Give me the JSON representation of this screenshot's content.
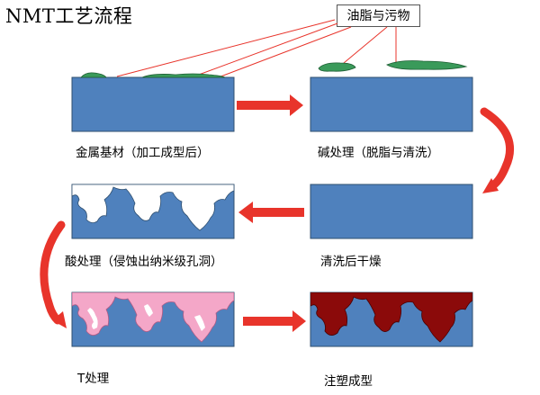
{
  "title": "NMT工艺流程",
  "callout": "油脂与污物",
  "steps": [
    {
      "label": "金属基材（加工成型后）"
    },
    {
      "label": "碱处理（脱脂与清洗）"
    },
    {
      "label": "清洗后干燥"
    },
    {
      "label": "酸处理（侵蚀出纳米级孔洞）"
    },
    {
      "label": "T处理"
    },
    {
      "label": "注塑成型"
    }
  ],
  "colors": {
    "metal": "#4f81bd",
    "metal_border": "#2f4f6f",
    "grease": "#3a9a5a",
    "arrow": "#e8342b",
    "t_layer": "#f4a7c8",
    "resin": "#8b0a0a"
  }
}
